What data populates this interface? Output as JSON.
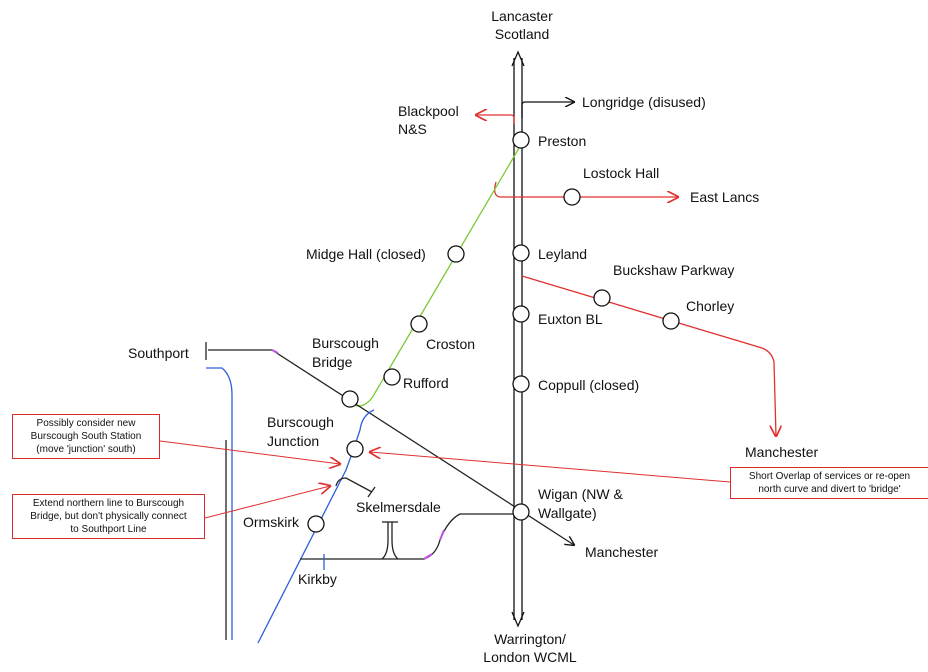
{
  "colors": {
    "wcml": "#111111",
    "existing": "#333333",
    "proposed": "#e03030",
    "preston_ormskirk": "#7dc832",
    "ormskirk_line": "#2d5fd8",
    "junction_marker": "#c050e0"
  },
  "destinations": {
    "north": [
      "Lancaster",
      "Scotland"
    ],
    "south": [
      "Warrington/",
      "London WCML"
    ],
    "blackpool": [
      "Blackpool",
      "N&S"
    ],
    "longridge": "Longridge (disused)",
    "east_lancs": "East Lancs",
    "manchester_chorley": "Manchester",
    "manchester_wigan": "Manchester",
    "southport": "Southport"
  },
  "stations": {
    "preston": "Preston",
    "lostock_hall": "Lostock Hall",
    "leyland": "Leyland",
    "midge_hall": "Midge Hall (closed)",
    "buckshaw_parkway": "Buckshaw Parkway",
    "chorley": "Chorley",
    "euxton_bl": "Euxton BL",
    "croston": "Croston",
    "burscough_bridge": [
      "Burscough",
      "Bridge"
    ],
    "rufford": "Rufford",
    "coppull": "Coppull (closed)",
    "burscough_junction": [
      "Burscough",
      "Junction"
    ],
    "skelmersdale": "Skelmersdale",
    "wigan": [
      "Wigan (NW &",
      "Wallgate)"
    ],
    "ormskirk": "Ormskirk",
    "kirkby": "Kirkby"
  },
  "notes": {
    "south_station": [
      "Possibly consider new",
      "Burscough South Station",
      "(move 'junction' south)"
    ],
    "extend_line": [
      "Extend northern line to Burscough",
      "Bridge, but don't physically connect",
      "to Southport Line"
    ],
    "overlap": [
      "Short Overlap of services or re-open",
      "north curve and divert to 'bridge'"
    ]
  }
}
